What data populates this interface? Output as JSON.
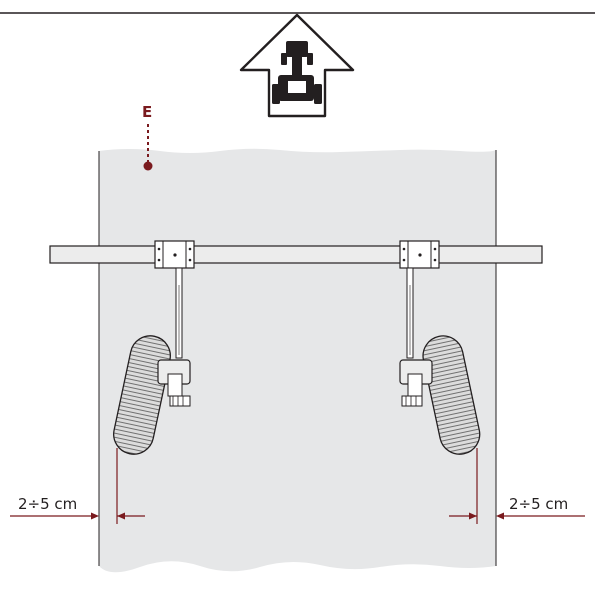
{
  "diagram": {
    "marker_label": "E",
    "left_dimension": "2÷5 cm",
    "right_dimension": "2÷5 cm",
    "icon": "tractor-direction-icon",
    "colors": {
      "accent": "#7a1a1e",
      "field": "#e6e7e8",
      "stroke": "#231f20",
      "wheel": "#d9d9d9",
      "frame": "#ececec"
    }
  }
}
